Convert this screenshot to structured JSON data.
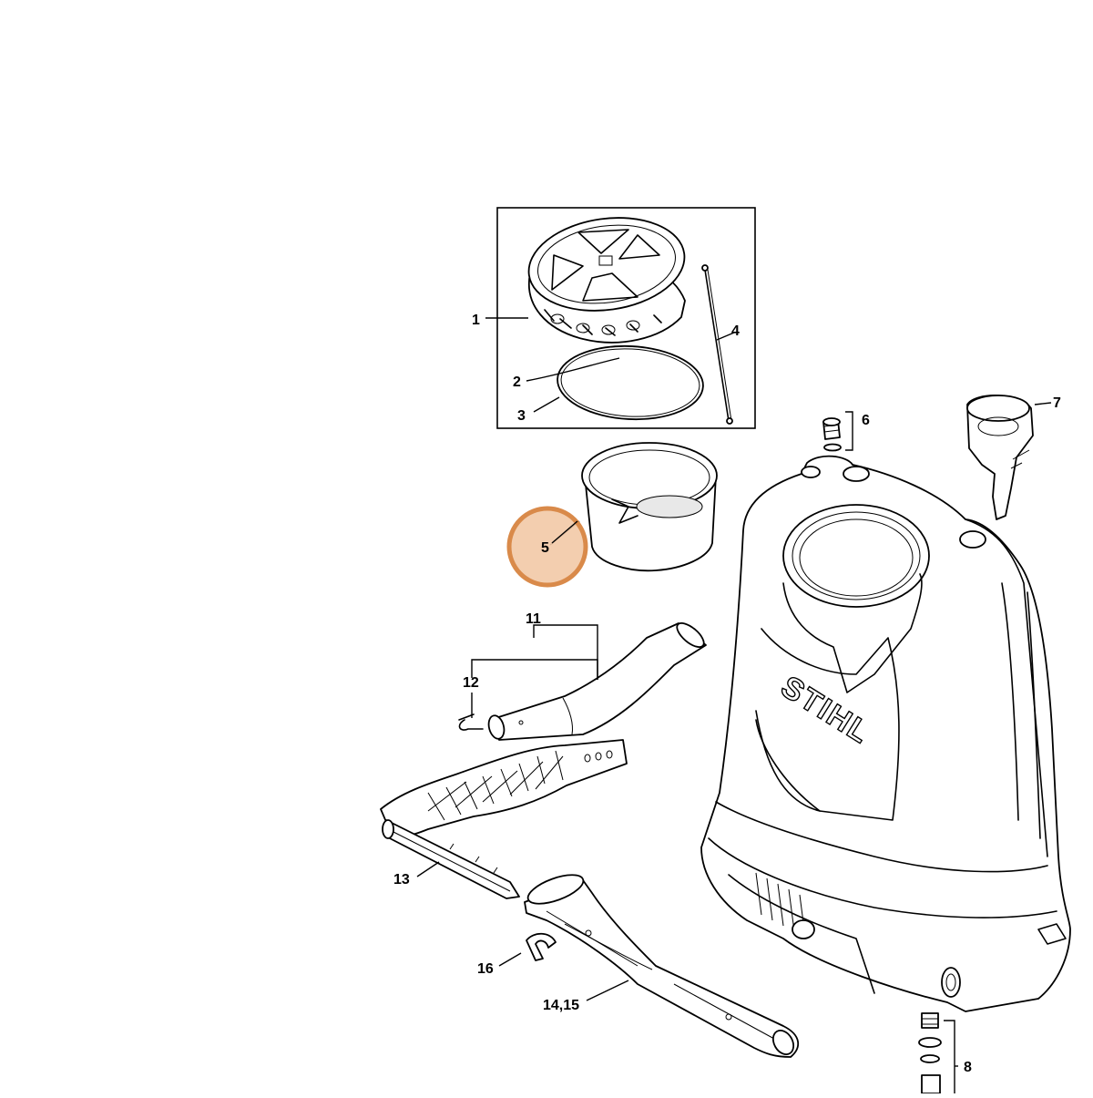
{
  "diagram": {
    "brand_mark": "STIHL",
    "highlight_color": "#d98a4a",
    "highlight_fill": "#f2c9a6",
    "callouts": [
      {
        "id": "c1",
        "label": "1"
      },
      {
        "id": "c2",
        "label": "2"
      },
      {
        "id": "c3",
        "label": "3"
      },
      {
        "id": "c4",
        "label": "4"
      },
      {
        "id": "c5",
        "label": "5",
        "highlighted": true
      },
      {
        "id": "c6",
        "label": "6"
      },
      {
        "id": "c7",
        "label": "7"
      },
      {
        "id": "c8",
        "label": "8"
      },
      {
        "id": "c11",
        "label": "11"
      },
      {
        "id": "c12",
        "label": "12"
      },
      {
        "id": "c13",
        "label": "13"
      },
      {
        "id": "c14",
        "label": "14,15"
      },
      {
        "id": "c16",
        "label": "16"
      }
    ]
  }
}
